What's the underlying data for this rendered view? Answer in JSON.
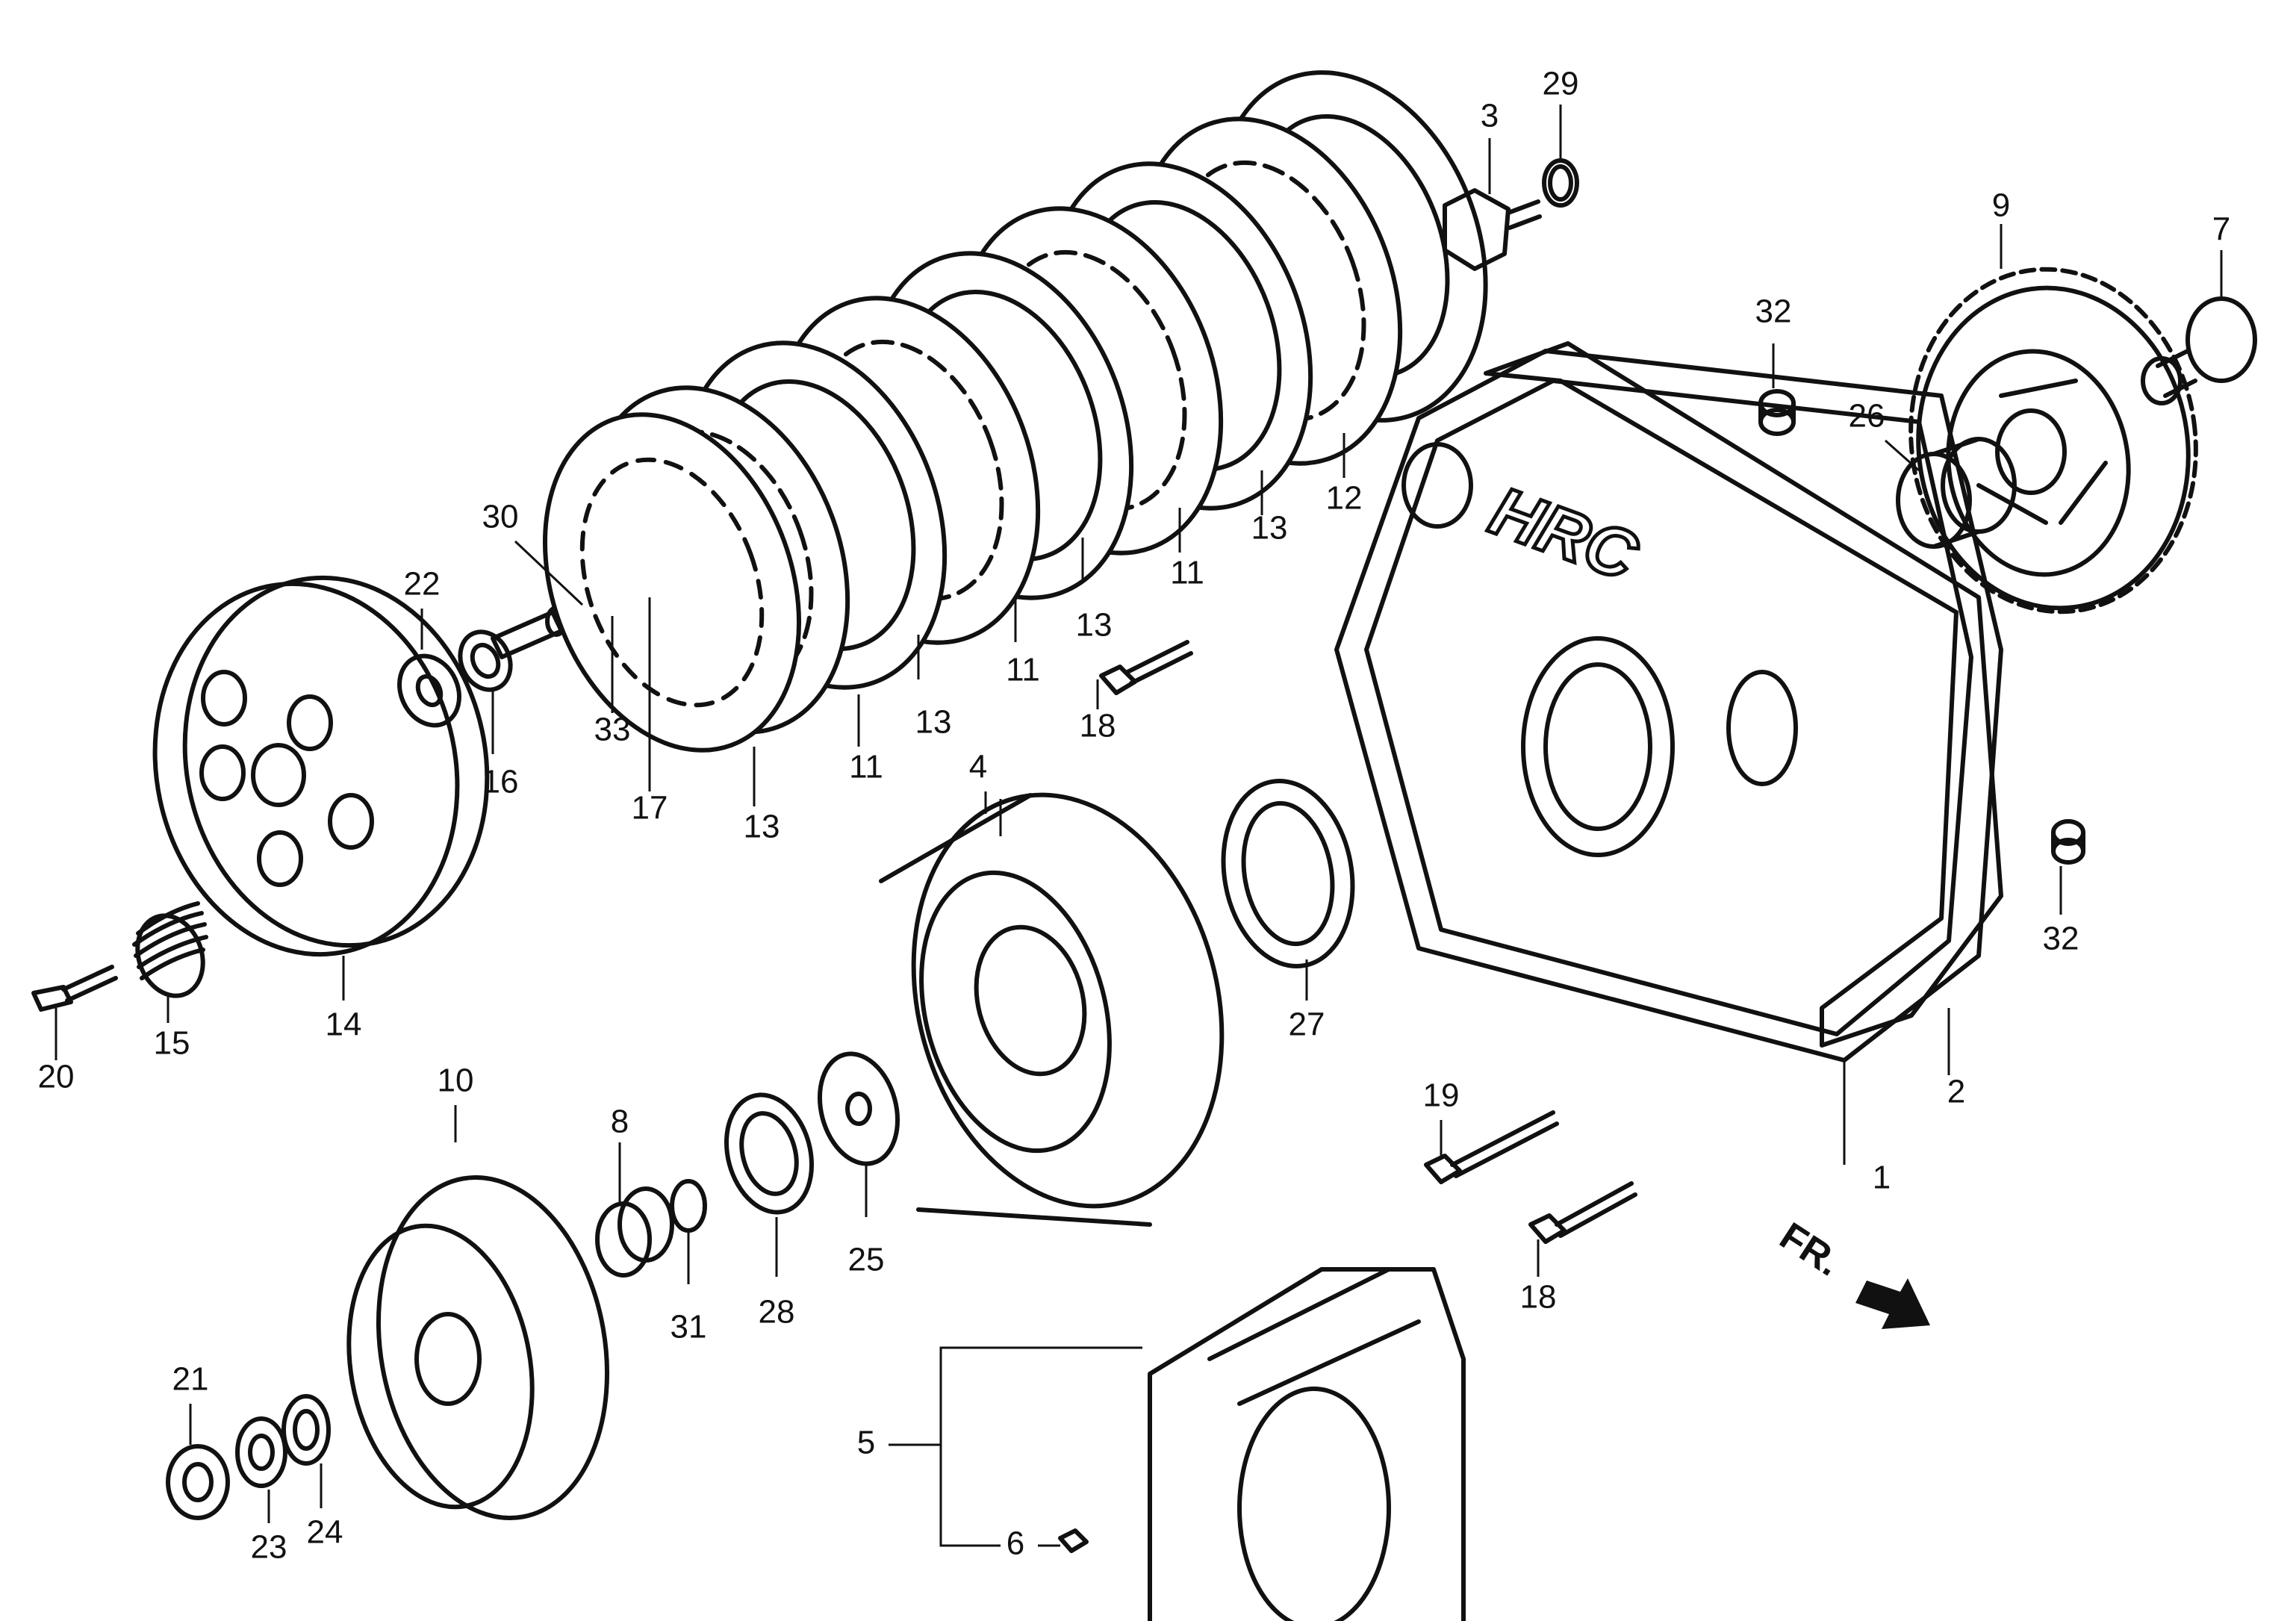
{
  "callouts": [
    {
      "id": "1",
      "label": "1"
    },
    {
      "id": "2",
      "label": "2"
    },
    {
      "id": "3",
      "label": "3"
    },
    {
      "id": "4",
      "label": "4"
    },
    {
      "id": "5",
      "label": "5"
    },
    {
      "id": "6",
      "label": "6"
    },
    {
      "id": "7",
      "label": "7"
    },
    {
      "id": "8",
      "label": "8"
    },
    {
      "id": "9",
      "label": "9"
    },
    {
      "id": "10",
      "label": "10"
    },
    {
      "id": "11a",
      "label": "11"
    },
    {
      "id": "11b",
      "label": "11"
    },
    {
      "id": "11c",
      "label": "11"
    },
    {
      "id": "12",
      "label": "12"
    },
    {
      "id": "13a",
      "label": "13"
    },
    {
      "id": "13b",
      "label": "13"
    },
    {
      "id": "13c",
      "label": "13"
    },
    {
      "id": "13d",
      "label": "13"
    },
    {
      "id": "14",
      "label": "14"
    },
    {
      "id": "15",
      "label": "15"
    },
    {
      "id": "16",
      "label": "16"
    },
    {
      "id": "17",
      "label": "17"
    },
    {
      "id": "18a",
      "label": "18"
    },
    {
      "id": "18b",
      "label": "18"
    },
    {
      "id": "19",
      "label": "19"
    },
    {
      "id": "20",
      "label": "20"
    },
    {
      "id": "21",
      "label": "21"
    },
    {
      "id": "22",
      "label": "22"
    },
    {
      "id": "23",
      "label": "23"
    },
    {
      "id": "24",
      "label": "24"
    },
    {
      "id": "25",
      "label": "25"
    },
    {
      "id": "26",
      "label": "26"
    },
    {
      "id": "27",
      "label": "27"
    },
    {
      "id": "28",
      "label": "28"
    },
    {
      "id": "29",
      "label": "29"
    },
    {
      "id": "30",
      "label": "30"
    },
    {
      "id": "31",
      "label": "31"
    },
    {
      "id": "32a",
      "label": "32"
    },
    {
      "id": "32b",
      "label": "32"
    },
    {
      "id": "33",
      "label": "33"
    }
  ],
  "direction_marker": {
    "label": "FR."
  },
  "cover_logo": "HRC",
  "colors": {
    "ink": "#111111",
    "paper": "#ffffff"
  }
}
